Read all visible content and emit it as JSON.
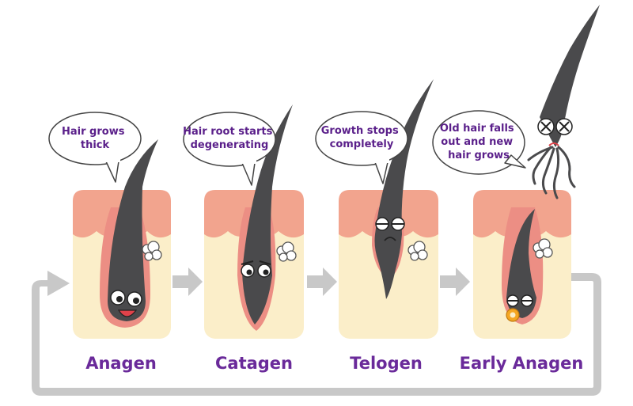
{
  "stages": [
    {
      "label": "Anagen",
      "bubble": [
        "Hair grows",
        "thick"
      ]
    },
    {
      "label": "Catagen",
      "bubble": [
        "Hair root starts",
        "degenerating"
      ]
    },
    {
      "label": "Telogen",
      "bubble": [
        "Growth stops",
        "completely"
      ]
    },
    {
      "label": "Early Anagen",
      "bubble": [
        "Old hair falls",
        "out and new",
        "hair grows"
      ]
    }
  ],
  "colors": {
    "skin_top": "#f2a48e",
    "skin_bottom": "#fbeec9",
    "hair": "#4a4a4c",
    "follicle": "#ec8e84",
    "arrow": "#c8c8c8",
    "label": "#6a2a9a",
    "bubble_border": "#444444"
  }
}
